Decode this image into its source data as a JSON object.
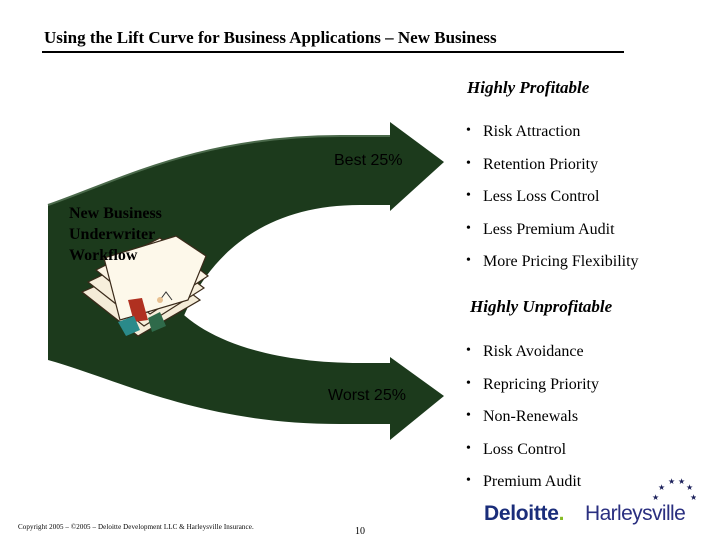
{
  "title": "Using the Lift Curve for Business Applications – New Business",
  "profitable": {
    "heading": "Highly Profitable",
    "bullets": [
      "Risk Attraction",
      "Retention Priority",
      "Less Loss Control",
      "Less Premium Audit",
      "More Pricing Flexibility"
    ]
  },
  "unprofitable": {
    "heading": "Highly Unprofitable",
    "bullets": [
      "Risk Avoidance",
      "Repricing Priority",
      "Non-Renewals",
      "Loss Control",
      "Premium Audit"
    ]
  },
  "diagram": {
    "best_label": "Best 25%",
    "worst_label": "Worst 25%",
    "workflow_label": [
      "New Business",
      "Underwriter",
      "Workflow"
    ],
    "arrow_color": "#1c3a1c"
  },
  "footer": {
    "copyright": "Copyright 2005 – ©2005 – Deloitte Development LLC & Harleysville Insurance.",
    "page_number": "10",
    "logo_deloitte": "Deloitte",
    "logo_deloitte_dot": ".",
    "logo_harleysville": "Harleysville"
  }
}
